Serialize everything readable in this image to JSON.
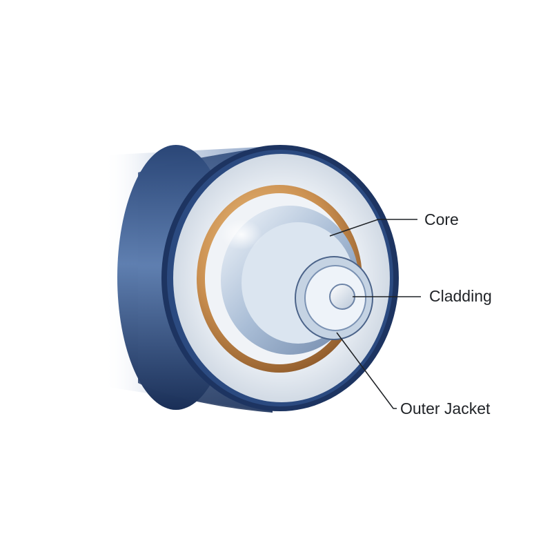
{
  "labels": {
    "core": "Core",
    "cladding": "Cladding",
    "outer_jacket": "Outer Jacket"
  },
  "colors": {
    "jacket": "#1d3461",
    "jacket_light": "#5b79a8",
    "insulation": "#dfe6ee",
    "copper": "#c98e4f",
    "steel": "#9fb1c8",
    "leader_line": "#1f2226"
  }
}
